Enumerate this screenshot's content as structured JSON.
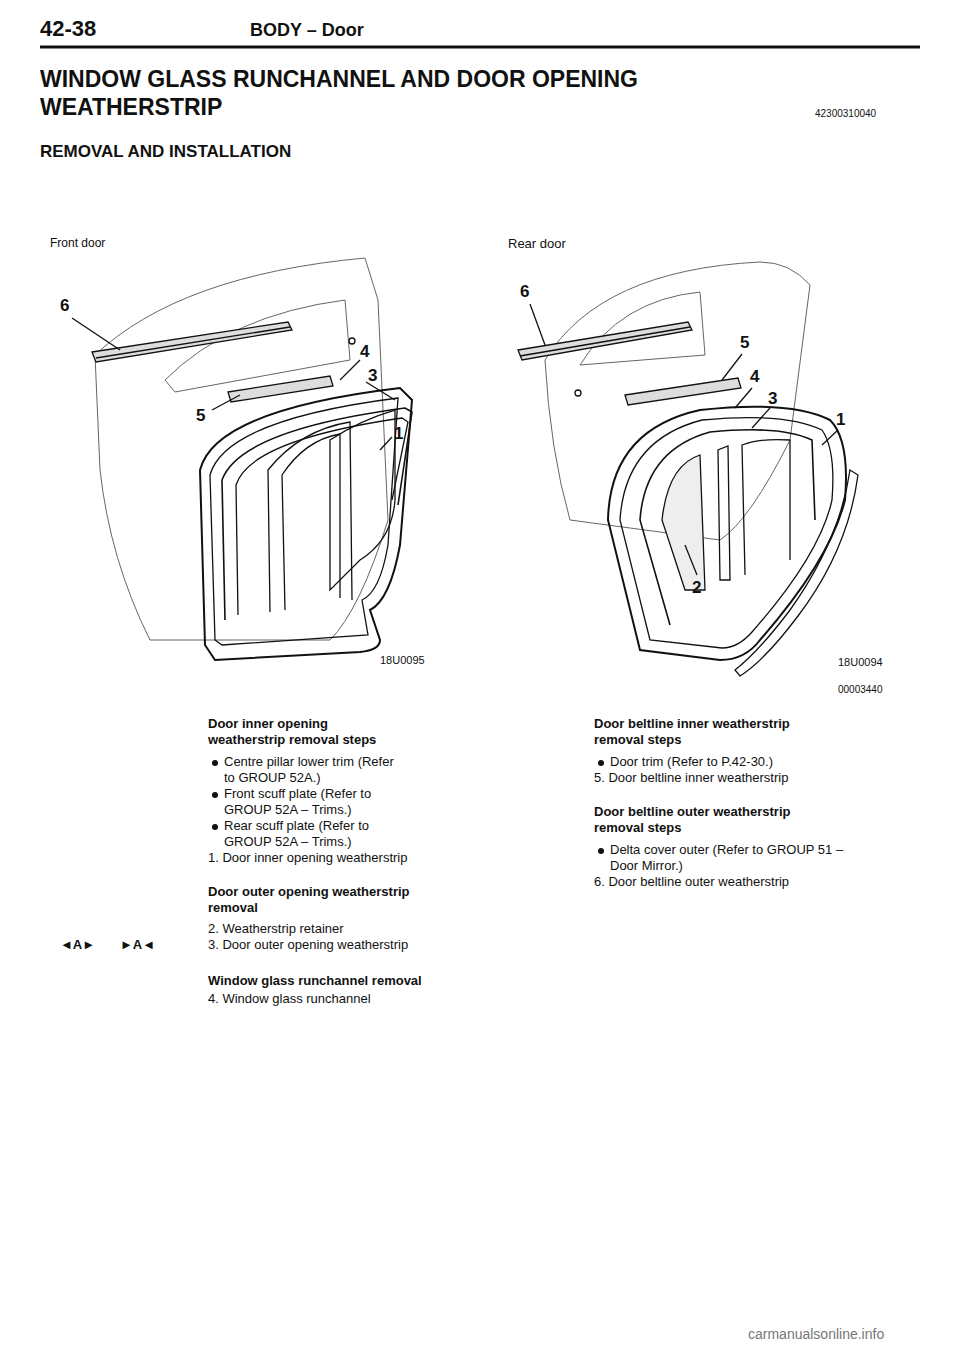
{
  "diagram": {
    "title": "WINDOW GLASS RUNCHANNEL AND DOOR OPENING WEATHERSTRIP",
    "labels": [
      "42-38",
      "BODY – Door",
      "42300310040",
      "REMOVAL AND INSTALLATION",
      "Front door",
      "Rear door",
      "6",
      "4",
      "3",
      "5",
      "1",
      "18U0095",
      "6",
      "5",
      "4",
      "3",
      "1",
      "2",
      "18U0094",
      "00003440",
      "Door inner opening weatherstrip removal steps",
      "Centre pillar lower trim (Refer to GROUP 52A.)",
      "Front scuff plate (Refer to GROUP 52A – Trims.)",
      "Rear scuff plate (Refer to GROUP 52A – Trims.)",
      "1. Door inner opening weatherstrip",
      "Door outer opening weatherstrip removal",
      "2. Weatherstrip retainer",
      "◄A►",
      "►A◄",
      "3. Door outer opening weatherstrip",
      "Window glass runchannel removal",
      "4. Window glass runchannel",
      "Door beltline inner weatherstrip removal steps",
      "Door trim (Refer to P.42-30.)",
      "5. Door beltline inner weatherstrip",
      "Door beltline outer weatherstrip removal steps",
      "Delta cover outer (Refer to GROUP 51 – Door Mirror.)",
      "6. Door beltline outer weatherstrip",
      "carmanualsonline.info"
    ]
  }
}
